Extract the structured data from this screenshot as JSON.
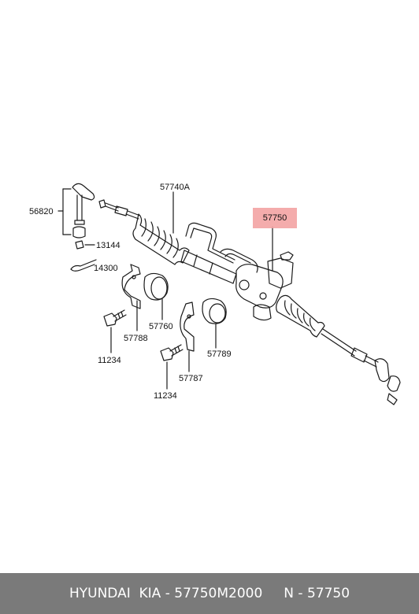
{
  "callouts": {
    "tie_rod_end": "56820",
    "nut": "13144",
    "cotter_pin": "14300",
    "boot": "57740A",
    "gear_assembly": "57750",
    "bracket_left": "57788",
    "bushing_left": "57760",
    "bolt_left": "11234",
    "bracket_right": "57787",
    "bushing_right": "57789",
    "bolt_right": "11234"
  },
  "highlight_color": "#f3a3a3",
  "footer": {
    "text": "HYUNDAI  KIA - 57750M2000     N - 57750",
    "background": "#7a7a7a"
  }
}
